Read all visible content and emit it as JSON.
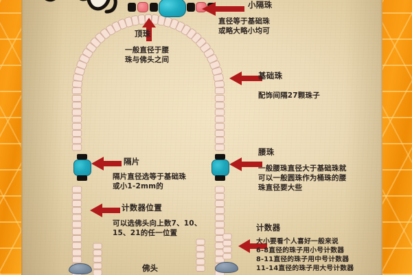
{
  "image": {
    "kind": "mala-bead-diagram",
    "background_color": "#e8d5aa",
    "border_color": "#f6930e",
    "arrow_color": "#b01a1a",
    "accent_bead_color": "#1fa8bd",
    "text_color": "#2b2320"
  },
  "annotations": [
    {
      "id": "xiao-ge-zhu",
      "title": "小隔珠",
      "body": "直径等于基础珠\n或略大略小均可",
      "arrow_direction": "left",
      "position": "top-right"
    },
    {
      "id": "ding-zhu",
      "title": "顶珠",
      "body": "一般直径于腰\n珠与佛头之间",
      "arrow_direction": "up",
      "position": "top-center"
    },
    {
      "id": "ji-chu-zhu",
      "title": "基础珠",
      "body": "配饰间隔27颗珠子",
      "arrow_direction": "left",
      "position": "right-upper"
    },
    {
      "id": "ge-pian",
      "title": "隔片",
      "body": "隔片直径选等于基础珠\n或小1-2mm的",
      "arrow_direction": "left",
      "position": "left-middle"
    },
    {
      "id": "yao-zhu",
      "title": "腰珠",
      "body": "一般腰珠直径大于基础珠就\n可以一般圆珠作为桶珠的腰\n珠直径要大些",
      "arrow_direction": "left",
      "position": "right-middle"
    },
    {
      "id": "ji-shu-qi-wei-zhi",
      "title": "计数器位置",
      "body": "可以选佛头向上数7、10、\n15、21的任一位置",
      "arrow_direction": "left",
      "position": "left-lower"
    },
    {
      "id": "ji-shu-qi",
      "title": "计数器",
      "body": "大小要看个人喜好一般来说\n6-8直径的珠子用小号计数器\n8-11直径的珠子用中号计数器\n11-14直径的珠子用大号计数器",
      "arrow_direction": "left",
      "position": "right-lower"
    }
  ],
  "labels": [
    {
      "id": "fo-tou",
      "text": "佛头"
    }
  ]
}
